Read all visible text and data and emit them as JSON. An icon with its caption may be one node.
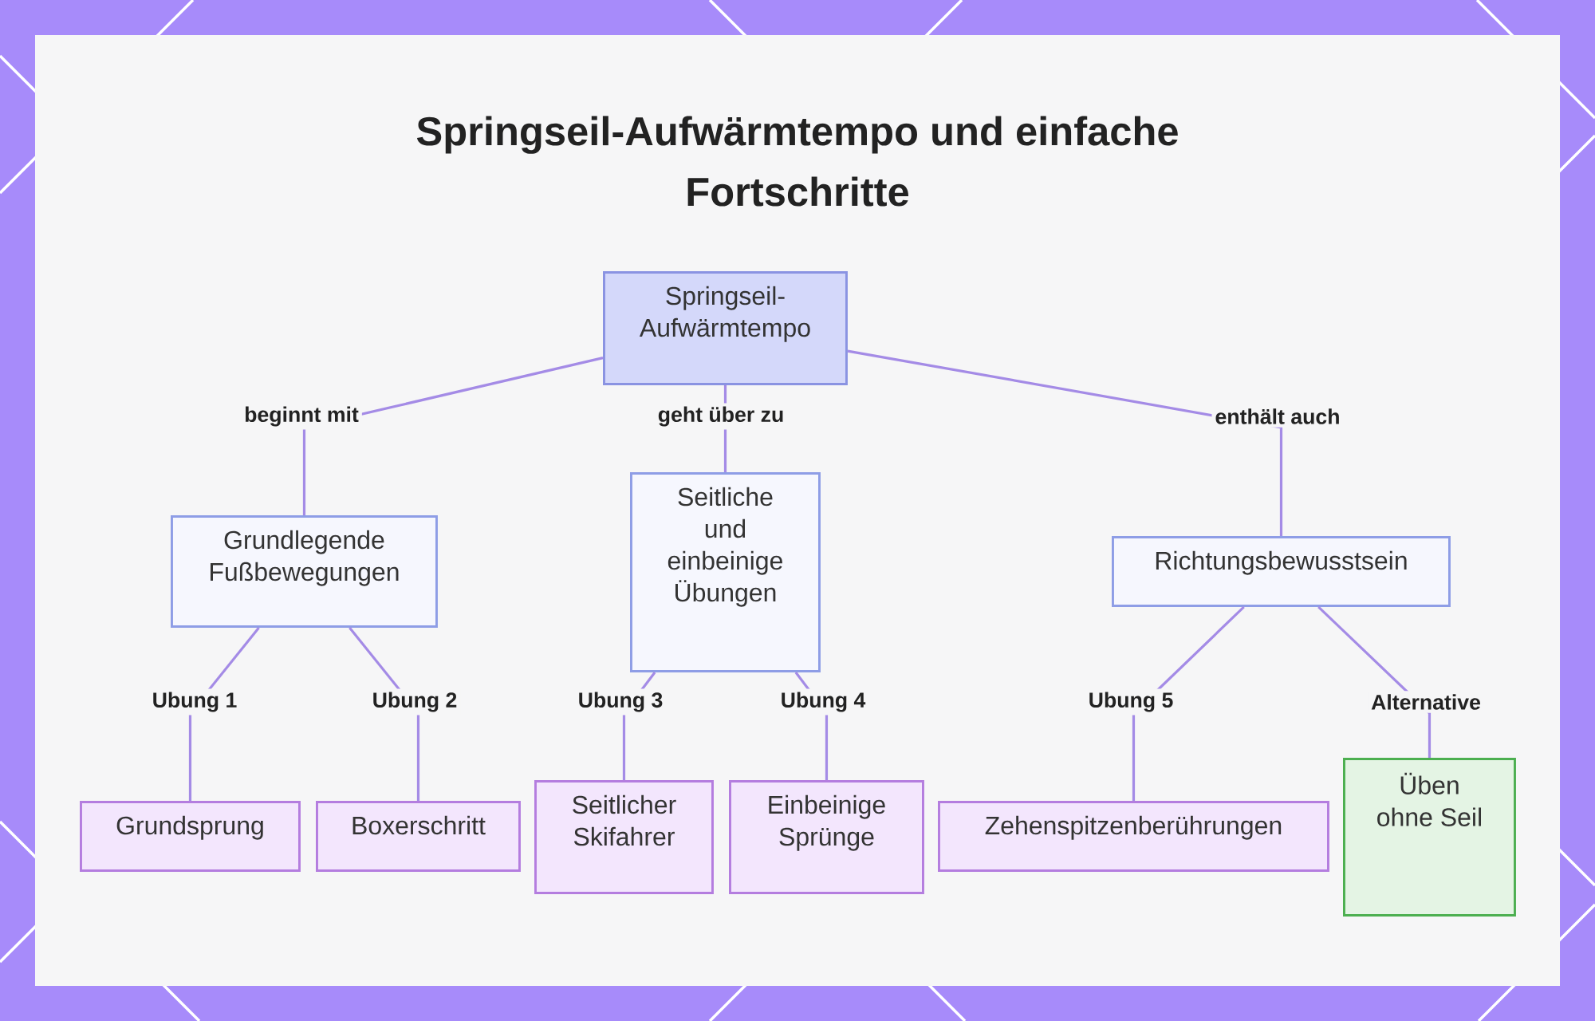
{
  "diagram": {
    "title": "Springseil-Aufwärmtempo und einfache Fortschritte",
    "nodes": [
      {
        "text": [
          "Springseil-Aufwärmtempo"
        ]
      },
      {
        "text": [
          "Grundlegende Fußbewegungen"
        ]
      },
      {
        "text": [
          "Seitliche und einbeinige Übungen"
        ]
      },
      {
        "text": [
          "Richtungsbewusstsein"
        ]
      },
      {
        "text": [
          "Grundsprung"
        ]
      },
      {
        "text": [
          "Boxerschritt"
        ]
      },
      {
        "text": [
          "Seitlicher Skifahrer"
        ]
      },
      {
        "text": [
          "Einbeinige Sprünge"
        ]
      },
      {
        "text": [
          "Zehenspitzenberührungen"
        ]
      },
      {
        "text": [
          "Üben ohne Seil"
        ]
      }
    ],
    "edges": [
      {
        "from": 0,
        "to": 1,
        "arrow": "none",
        "label": "beginnt mit"
      },
      {
        "from": 0,
        "to": 2,
        "arrow": "none",
        "label": "geht über zu"
      },
      {
        "from": 0,
        "to": 3,
        "arrow": "none",
        "label": "enthält auch"
      },
      {
        "from": 1,
        "to": 4,
        "arrow": "none",
        "label": "Ubung 1"
      },
      {
        "from": 1,
        "to": 5,
        "arrow": "none",
        "label": "Ubung 2"
      },
      {
        "from": 2,
        "to": 6,
        "arrow": "none",
        "label": "Ubung 3"
      },
      {
        "from": 2,
        "to": 7,
        "arrow": "none",
        "label": "Ubung 4"
      },
      {
        "from": 3,
        "to": 8,
        "arrow": "none",
        "label": "Ubung 5"
      },
      {
        "from": 3,
        "to": 9,
        "arrow": "none",
        "label": "Alternative"
      }
    ]
  }
}
